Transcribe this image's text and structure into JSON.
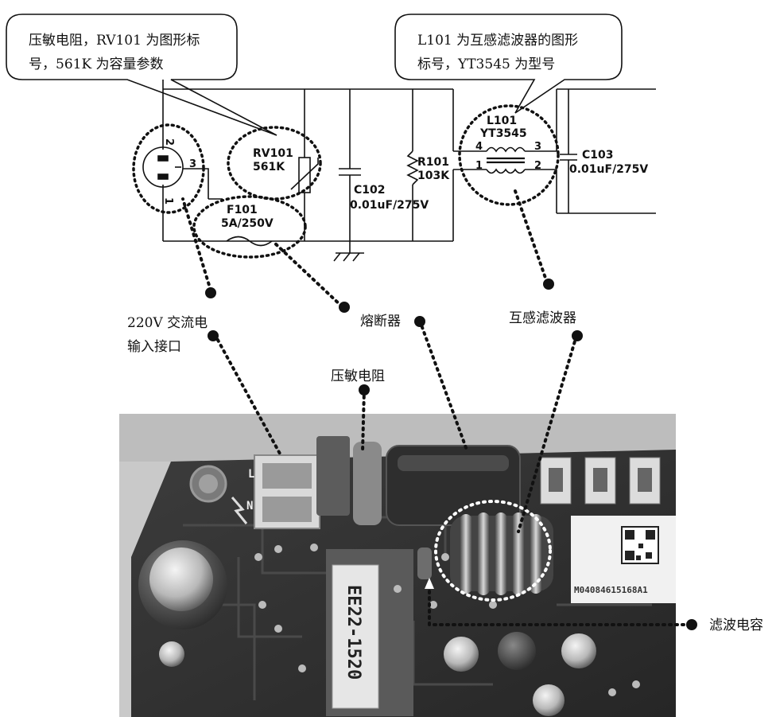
{
  "callouts": {
    "varistor_line1": "压敏电阻，RV101 为图形标",
    "varistor_line2": "号，561K 为容量参数",
    "filter_line1": "L101  为互感滤波器的图形",
    "filter_line2": "标号，YT3545 为型号"
  },
  "schematic": {
    "rv_ref": "RV101",
    "rv_val": "561K",
    "f_ref": "F101",
    "f_val": "5A/250V",
    "c102_ref": "C102",
    "c102_val": "0.01uF/275V",
    "r101_ref": "R101",
    "r101_val": "103K",
    "l101_ref": "L101",
    "l101_val": "YT3545",
    "c103_ref": "C103",
    "c103_val": "0.01uF/275V",
    "pins": {
      "p1": "1",
      "p2": "2",
      "p3": "3",
      "p4": "4"
    }
  },
  "labels": {
    "ac_input_1": "220V 交流电",
    "ac_input_2": "输入接口",
    "fuse": "熔断器",
    "mutual_filter": "互感滤波器",
    "varistor": "压敏电阻",
    "filter_cap": "滤波电容"
  },
  "photo": {
    "transformer_label": "EE22-1520",
    "sticker_text": "M04084615168A1",
    "terminal_l": "L",
    "terminal_n": "N"
  }
}
